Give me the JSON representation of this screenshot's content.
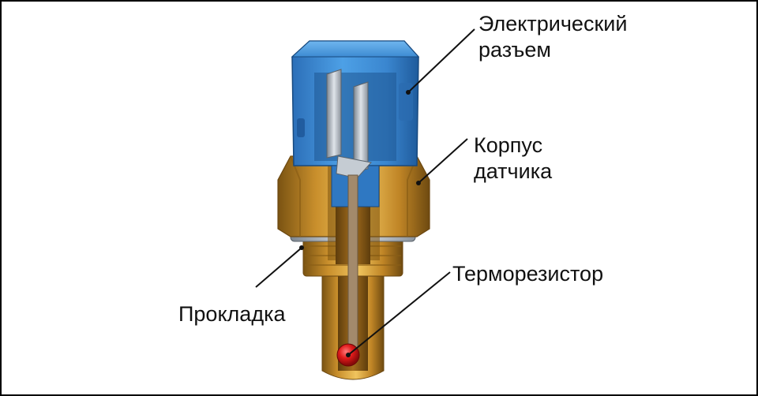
{
  "labels": {
    "connector": "Электрический\nразъем",
    "housing": "Корпус\nдатчика",
    "thermistor": "Терморезистор",
    "gasket": "Прокладка"
  },
  "colors": {
    "connector": "#3f8fd6",
    "brass": "#c9922e",
    "thermistor": "#e01b1b",
    "line": "#111111"
  }
}
